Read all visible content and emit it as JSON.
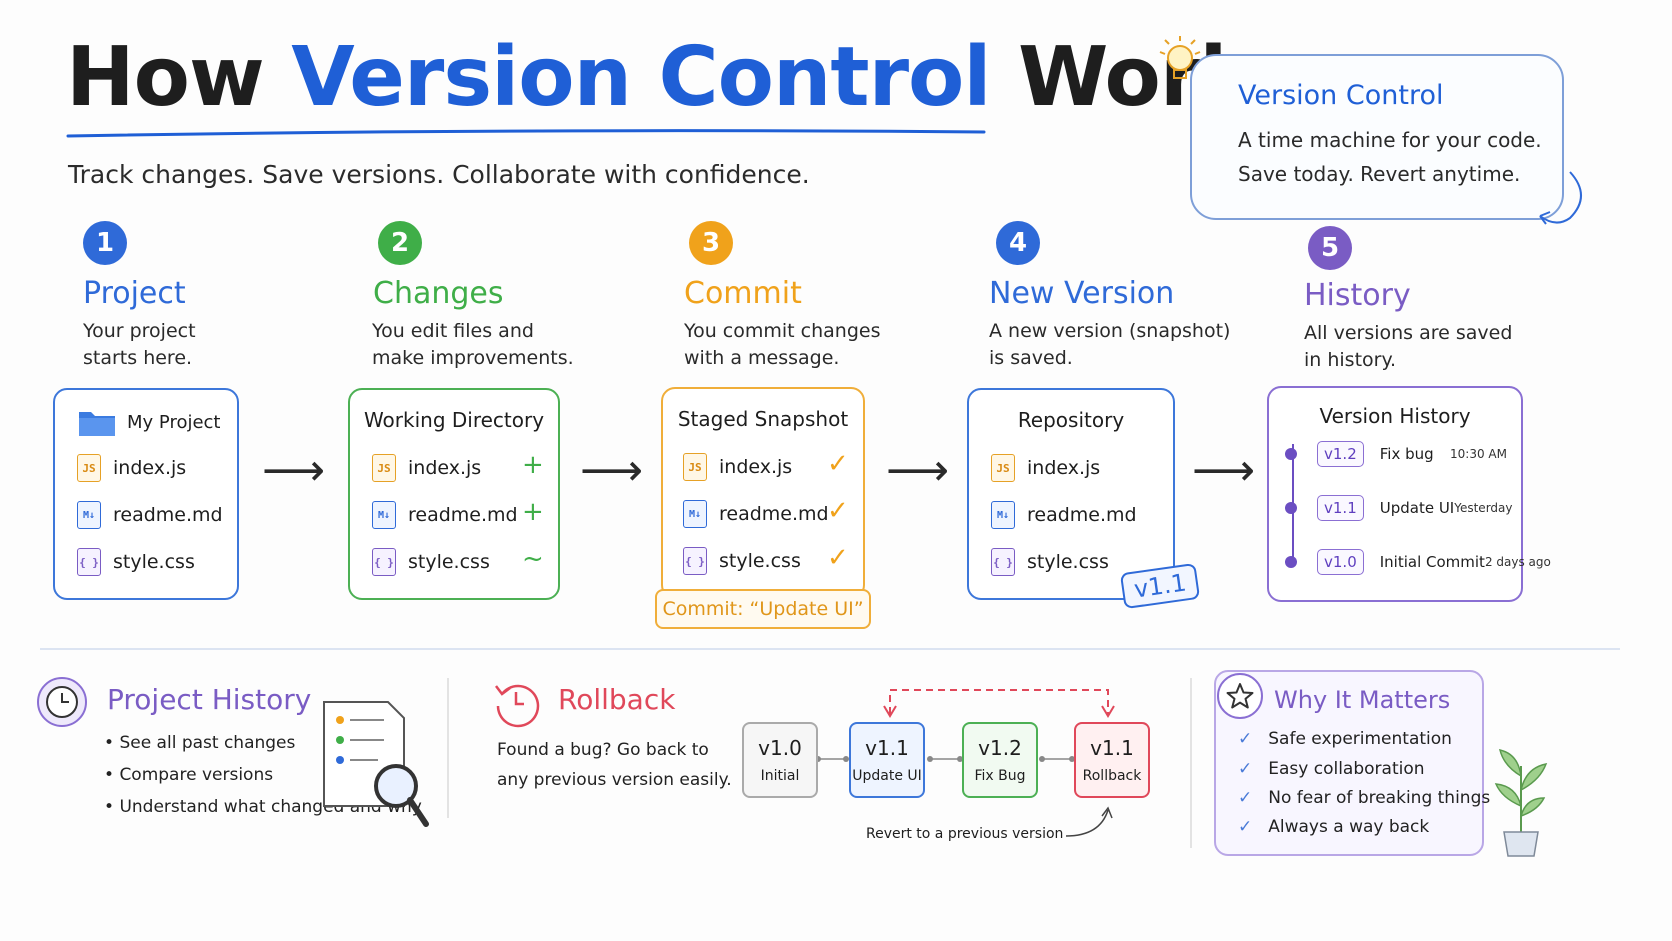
{
  "header": {
    "title_part1": "How",
    "title_part2": "Version Control",
    "title_part3": "Works",
    "subtitle": "Track changes. Save versions. Collaborate with confidence."
  },
  "callout": {
    "title": "Version Control",
    "line1": "A time machine for your code.",
    "line2": "Save today. Revert anytime."
  },
  "colors": {
    "blue": "#2f6ad8",
    "green": "#3fae48",
    "orange": "#f0a21b",
    "purple": "#7a5cc4",
    "red": "#e0485a"
  },
  "steps": [
    {
      "num": "1",
      "title": "Project",
      "desc1": "Your project",
      "desc2": "starts here."
    },
    {
      "num": "2",
      "title": "Changes",
      "desc1": "You edit files and",
      "desc2": "make improvements."
    },
    {
      "num": "3",
      "title": "Commit",
      "desc1": "You commit changes",
      "desc2": "with a message."
    },
    {
      "num": "4",
      "title": "New Version",
      "desc1": "A new version (snapshot)",
      "desc2": "is saved."
    },
    {
      "num": "5",
      "title": "History",
      "desc1": "All versions are saved",
      "desc2": "in history."
    }
  ],
  "files": {
    "js": "index.js",
    "md": "readme.md",
    "css": "style.css",
    "js_icon": "JS",
    "md_icon": "M↓",
    "css_icon": "{ }"
  },
  "cards": {
    "project": {
      "title": "My Project"
    },
    "working": {
      "title": "Working Directory",
      "marks": [
        "+",
        "+",
        "~"
      ]
    },
    "staged": {
      "title": "Staged Snapshot",
      "marks": [
        "✓",
        "✓",
        "✓"
      ],
      "commit_label": "Commit: “Update UI”"
    },
    "repo": {
      "title": "Repository",
      "badge": "v1.1"
    },
    "history": {
      "title": "Version History",
      "rows": [
        {
          "tag": "v1.2",
          "msg": "Fix bug",
          "time": "10:30 AM"
        },
        {
          "tag": "v1.1",
          "msg": "Update UI",
          "time": "Yesterday"
        },
        {
          "tag": "v1.0",
          "msg": "Initial Commit",
          "time": "2 days ago"
        }
      ]
    }
  },
  "project_history": {
    "title": "Project History",
    "bullets": [
      "See all past changes",
      "Compare versions",
      "Understand what changed and why"
    ]
  },
  "rollback": {
    "title": "Rollback",
    "desc1": "Found a bug? Go back to",
    "desc2": "any previous version easily.",
    "versions": [
      {
        "v": "v1.0",
        "label": "Initial"
      },
      {
        "v": "v1.1",
        "label": "Update UI"
      },
      {
        "v": "v1.2",
        "label": "Fix Bug"
      },
      {
        "v": "v1.1",
        "label": "Rollback"
      }
    ],
    "note": "Revert to a previous version"
  },
  "why": {
    "title": "Why It Matters",
    "items": [
      "Safe experimentation",
      "Easy collaboration",
      "No fear of breaking things",
      "Always a way back"
    ]
  }
}
